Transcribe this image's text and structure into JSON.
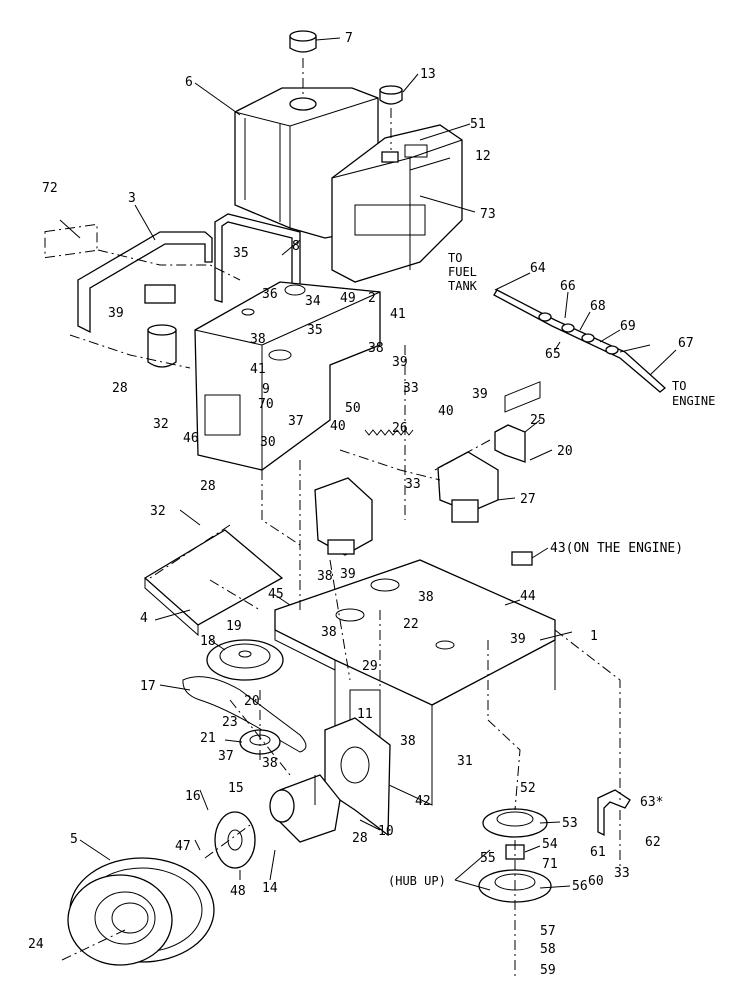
{
  "labels": {
    "l1": "1",
    "l2": "2",
    "l3": "3",
    "l4": "4",
    "l5": "5",
    "l6": "6",
    "l7": "7",
    "l8": "8",
    "l9": "9",
    "l10": "10",
    "l11": "11",
    "l12": "12",
    "l13": "13",
    "l14": "14",
    "l15": "15",
    "l16": "16",
    "l17": "17",
    "l18": "18",
    "l19": "19",
    "l20a": "20",
    "l20b": "20",
    "l21": "21",
    "l22": "22",
    "l23": "23",
    "l24": "24",
    "l25": "25",
    "l26": "26",
    "l27": "27",
    "l28a": "28",
    "l28b": "28",
    "l28c": "28",
    "l29": "29",
    "l30": "30",
    "l31": "31",
    "l32a": "32",
    "l32b": "32",
    "l33a": "33",
    "l33b": "33",
    "l33c": "33",
    "l34": "34",
    "l35a": "35",
    "l35b": "35",
    "l36": "36",
    "l37a": "37",
    "l37b": "37",
    "l38a": "38",
    "l38b": "38",
    "l38c": "38",
    "l38d": "38",
    "l38e": "38",
    "l38f": "38",
    "l38g": "38",
    "l39a": "39",
    "l39b": "39",
    "l39c": "39",
    "l39d": "39",
    "l39e": "39",
    "l40a": "40",
    "l40b": "40",
    "l41a": "41",
    "l41b": "41",
    "l42": "42",
    "l43": "43(ON THE ENGINE)",
    "l44": "44",
    "l45": "45",
    "l46": "46",
    "l47": "47",
    "l48": "48",
    "l49": "49",
    "l50": "50",
    "l51": "51",
    "l52": "52",
    "l53": "53",
    "l54": "54",
    "l55": "55",
    "l56": "56",
    "l57": "57",
    "l58": "58",
    "l59": "59",
    "l60": "60",
    "l61": "61",
    "l62": "62",
    "l63": "63*",
    "l64": "64",
    "l65": "65",
    "l66": "66",
    "l67": "67",
    "l68": "68",
    "l69": "69",
    "l70": "70",
    "l71": "71",
    "l72": "72",
    "l73": "73"
  },
  "notes": {
    "to_fuel_1": "TO",
    "to_fuel_2": "FUEL",
    "to_fuel_3": "TANK",
    "to_engine_1": "TO",
    "to_engine_2": "ENGINE",
    "hub_up": "(HUB UP)"
  }
}
